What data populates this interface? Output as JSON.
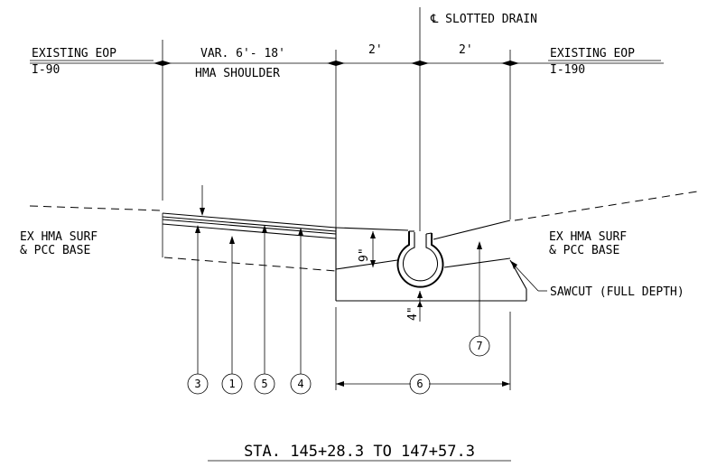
{
  "labels": {
    "drain_centerline": "℄ SLOTTED DRAIN",
    "eop_left_line1": "EXISTING EOP",
    "eop_left_line2": "I-90",
    "shoulder_width": "VAR. 6'- 18'",
    "shoulder_type": "HMA SHOULDER",
    "dim_2ft_left": "2'",
    "dim_2ft_right": "2'",
    "eop_right_line1": "EXISTING EOP",
    "eop_right_line2": "I-190",
    "surf_left_line1": "EX HMA SURF",
    "surf_left_line2": "& PCC BASE",
    "surf_right_line1": "EX HMA SURF",
    "surf_right_line2": "& PCC BASE",
    "depth_9in": "9\"",
    "depth_4in": "4\"",
    "sawcut": "SAWCUT (FULL DEPTH)",
    "station_title": "STA. 145+28.3 TO 147+57.3"
  },
  "callouts": [
    "3",
    "1",
    "5",
    "4",
    "6",
    "7"
  ]
}
